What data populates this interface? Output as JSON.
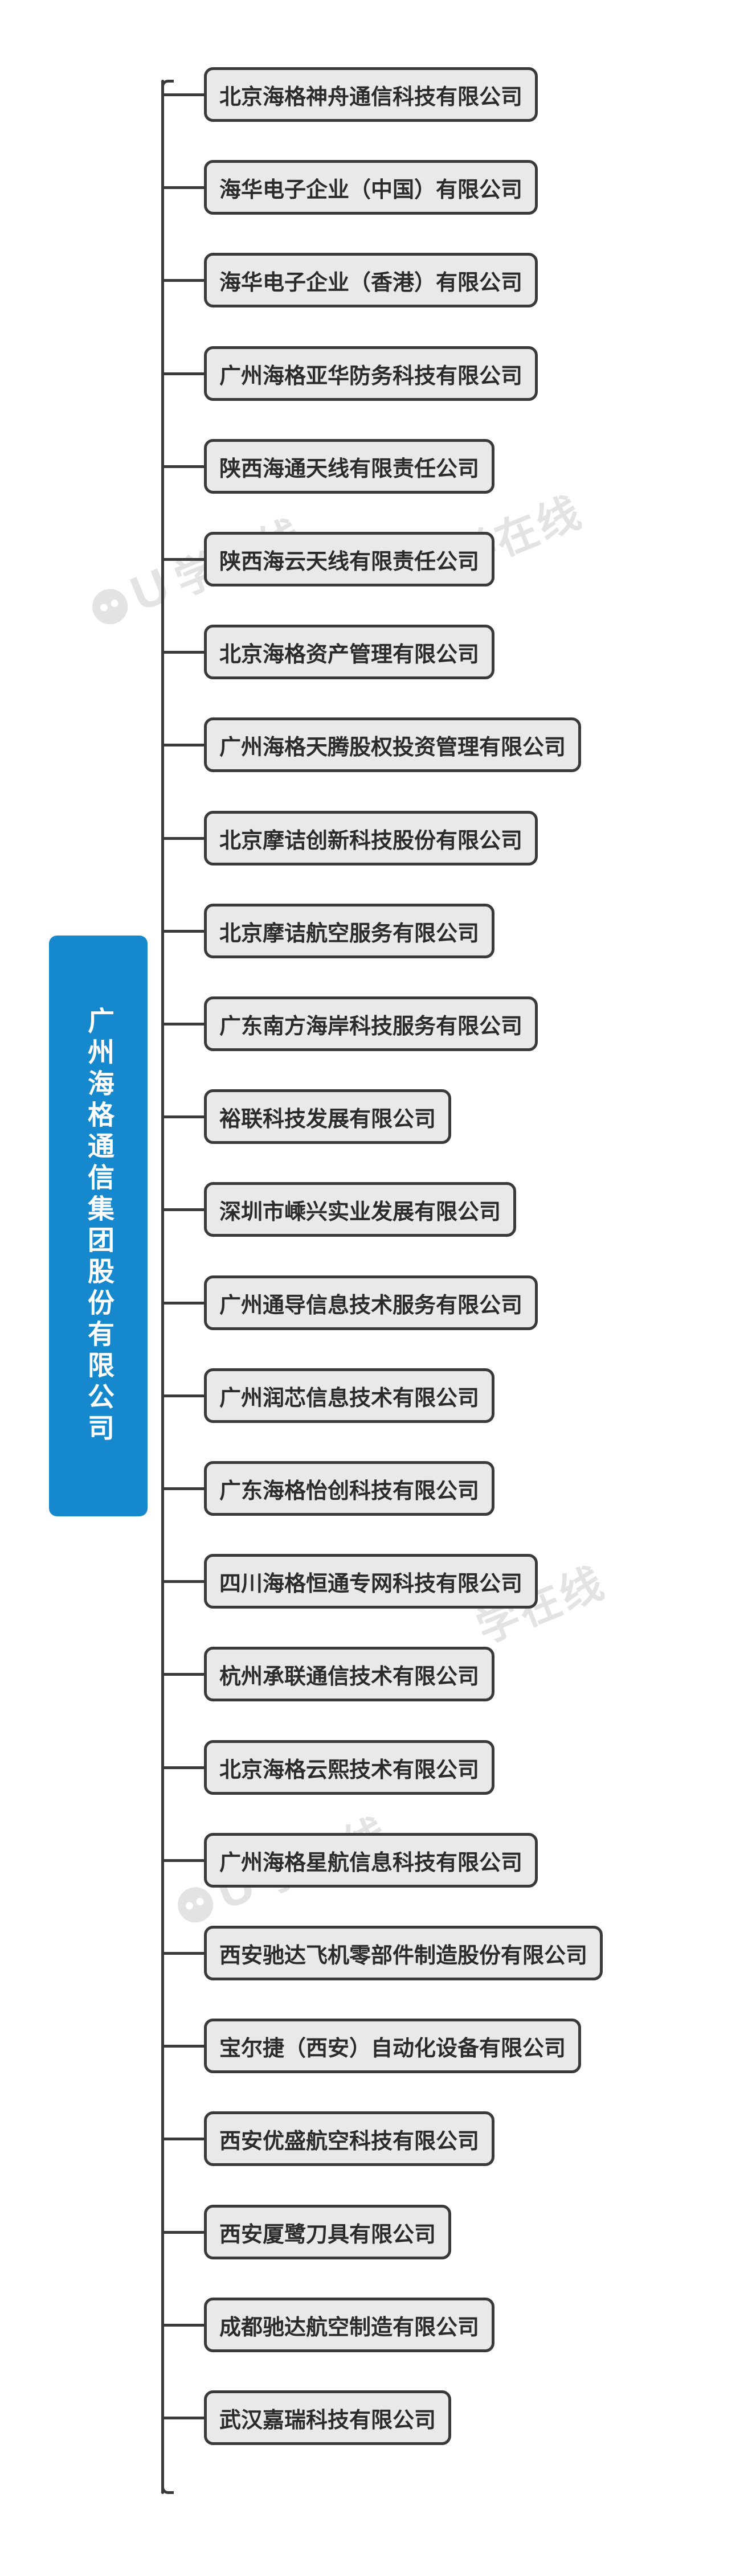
{
  "diagram": {
    "type": "organization-tree",
    "orientation": "left-root-right-children",
    "root": {
      "label": "广州海格通信集团股份有限公司",
      "color": "#1588ce",
      "text_color": "#ffffff"
    },
    "node_style": {
      "fill": "#e9e9e9",
      "border": "#3a3a3a",
      "text_color": "#2b2b2b"
    },
    "children": [
      {
        "label": "北京海格神舟通信科技有限公司"
      },
      {
        "label": "海华电子企业（中国）有限公司"
      },
      {
        "label": "海华电子企业（香港）有限公司"
      },
      {
        "label": "广州海格亚华防务科技有限公司"
      },
      {
        "label": "陕西海通天线有限责任公司"
      },
      {
        "label": "陕西海云天线有限责任公司"
      },
      {
        "label": "北京海格资产管理有限公司"
      },
      {
        "label": "广州海格天腾股权投资管理有限公司"
      },
      {
        "label": "北京摩诘创新科技股份有限公司"
      },
      {
        "label": "北京摩诘航空服务有限公司"
      },
      {
        "label": "广东南方海岸科技服务有限公司"
      },
      {
        "label": "裕联科技发展有限公司"
      },
      {
        "label": "深圳市嵊兴实业发展有限公司"
      },
      {
        "label": "广州通导信息技术服务有限公司"
      },
      {
        "label": "广州润芯信息技术有限公司"
      },
      {
        "label": "广东海格怡创科技有限公司"
      },
      {
        "label": "四川海格恒通专网科技有限公司"
      },
      {
        "label": "杭州承联通信技术有限公司"
      },
      {
        "label": "北京海格云熙技术有限公司"
      },
      {
        "label": "广州海格星航信息科技有限公司"
      },
      {
        "label": "西安驰达飞机零部件制造股份有限公司"
      },
      {
        "label": "宝尔捷（西安）自动化设备有限公司"
      },
      {
        "label": "西安优盛航空科技有限公司"
      },
      {
        "label": "西安厦鹭刀具有限公司"
      },
      {
        "label": "成都驰达航空制造有限公司"
      },
      {
        "label": "武汉嘉瑞科技有限公司"
      }
    ]
  },
  "watermark": {
    "text": "U学在线",
    "u_glyph": "U",
    "rest": "学在线",
    "icon": "chat-bubble-icon",
    "color": "#e3e3e3"
  }
}
